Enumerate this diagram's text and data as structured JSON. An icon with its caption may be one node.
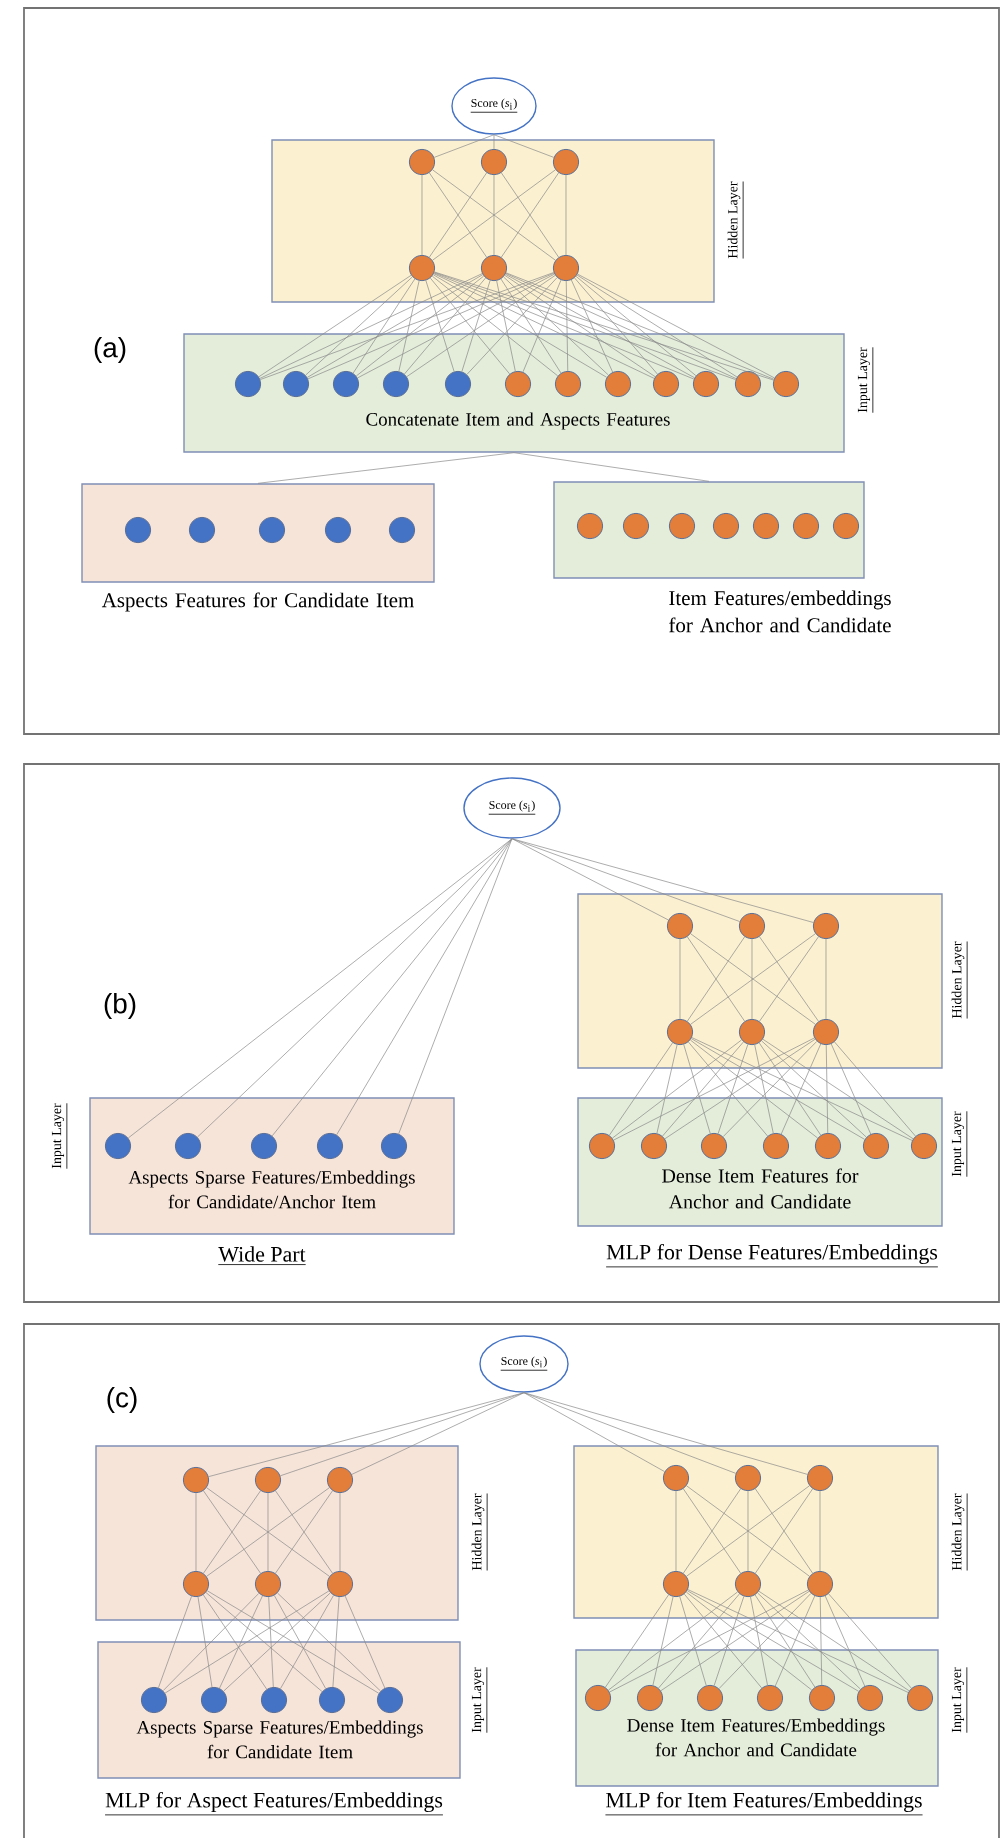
{
  "diagram": {
    "nodes": [
      {
        "text": [
          "(a)"
        ]
      },
      {
        "text": [
          "Score (*s*$_{i}$)"
        ],
        "in": 0
      },
      {
        "text": [
          "Hidden Layer"
        ],
        "in": 0
      },
      {
        "text": [],
        "shape": "circle",
        "in": 2
      },
      {
        "text": [],
        "shape": "circle",
        "in": 2
      },
      {
        "text": [],
        "shape": "circle",
        "in": 2
      },
      {
        "text": [],
        "shape": "circle",
        "in": 2
      },
      {
        "text": [],
        "shape": "circle",
        "in": 2
      },
      {
        "text": [],
        "shape": "circle",
        "in": 2
      },
      {
        "text": [
          "Concatenate Item and Aspects Features",
          "Input Layer"
        ],
        "in": 0
      },
      {
        "text": [],
        "shape": "circle",
        "in": 9
      },
      {
        "text": [],
        "shape": "circle",
        "in": 9
      },
      {
        "text": [],
        "shape": "circle",
        "in": 9
      },
      {
        "text": [],
        "shape": "circle",
        "in": 9
      },
      {
        "text": [],
        "shape": "circle",
        "in": 9
      },
      {
        "text": [],
        "shape": "circle",
        "in": 9
      },
      {
        "text": [],
        "shape": "circle",
        "in": 9
      },
      {
        "text": [],
        "shape": "circle",
        "in": 9
      },
      {
        "text": [],
        "shape": "circle",
        "in": 9
      },
      {
        "text": [],
        "shape": "circle",
        "in": 9
      },
      {
        "text": [],
        "shape": "circle",
        "in": 9
      },
      {
        "text": [],
        "shape": "circle",
        "in": 9
      },
      {
        "text": [
          "Aspects Features for Candidate Item"
        ],
        "in": 0
      },
      {
        "text": [],
        "shape": "circle",
        "in": 22
      },
      {
        "text": [],
        "shape": "circle",
        "in": 22
      },
      {
        "text": [],
        "shape": "circle",
        "in": 22
      },
      {
        "text": [],
        "shape": "circle",
        "in": 22
      },
      {
        "text": [],
        "shape": "circle",
        "in": 22
      },
      {
        "text": [
          "Item Features/embeddings for Anchor and Candidate"
        ],
        "in": 0
      },
      {
        "text": [],
        "shape": "circle",
        "in": 28
      },
      {
        "text": [],
        "shape": "circle",
        "in": 28
      },
      {
        "text": [],
        "shape": "circle",
        "in": 28
      },
      {
        "text": [],
        "shape": "circle",
        "in": 28
      },
      {
        "text": [],
        "shape": "circle",
        "in": 28
      },
      {
        "text": [],
        "shape": "circle",
        "in": 28
      },
      {
        "text": [],
        "shape": "circle",
        "in": 28
      },
      {
        "text": [
          "(b)"
        ]
      },
      {
        "text": [
          "Score (*s*$_{i}$)"
        ],
        "in": 36
      },
      {
        "text": [
          "Hidden Layer"
        ],
        "in": 36
      },
      {
        "text": [],
        "shape": "circle",
        "in": 38
      },
      {
        "text": [],
        "shape": "circle",
        "in": 38
      },
      {
        "text": [],
        "shape": "circle",
        "in": 38
      },
      {
        "text": [],
        "shape": "circle",
        "in": 38
      },
      {
        "text": [],
        "shape": "circle",
        "in": 38
      },
      {
        "text": [],
        "shape": "circle",
        "in": 38
      },
      {
        "text": [
          "Input Layer",
          "Aspects Sparse Features/Embeddings for Candidate/Anchor Item"
        ],
        "in": 36
      },
      {
        "text": [],
        "shape": "circle",
        "in": 45
      },
      {
        "text": [],
        "shape": "circle",
        "in": 45
      },
      {
        "text": [],
        "shape": "circle",
        "in": 45
      },
      {
        "text": [],
        "shape": "circle",
        "in": 45
      },
      {
        "text": [],
        "shape": "circle",
        "in": 45
      },
      {
        "text": [
          "Dense Item Features for Anchor and Candidate",
          "Input Layer"
        ],
        "in": 36
      },
      {
        "text": [],
        "shape": "circle",
        "in": 51
      },
      {
        "text": [],
        "shape": "circle",
        "in": 51
      },
      {
        "text": [],
        "shape": "circle",
        "in": 51
      },
      {
        "text": [],
        "shape": "circle",
        "in": 51
      },
      {
        "text": [],
        "shape": "circle",
        "in": 51
      },
      {
        "text": [],
        "shape": "circle",
        "in": 51
      },
      {
        "text": [],
        "shape": "circle",
        "in": 51
      },
      {
        "text": [
          "(c)"
        ]
      },
      {
        "text": [
          "Score (*s*$_{i}$)"
        ],
        "in": 59
      },
      {
        "text": [
          "Hidden Layer"
        ],
        "in": 59
      },
      {
        "text": [],
        "shape": "circle",
        "in": 61
      },
      {
        "text": [],
        "shape": "circle",
        "in": 61
      },
      {
        "text": [],
        "shape": "circle",
        "in": 61
      },
      {
        "text": [],
        "shape": "circle",
        "in": 61
      },
      {
        "text": [],
        "shape": "circle",
        "in": 61
      },
      {
        "text": [],
        "shape": "circle",
        "in": 61
      },
      {
        "text": [
          "Hidden Layer"
        ],
        "in": 59
      },
      {
        "text": [],
        "shape": "circle",
        "in": 68
      },
      {
        "text": [],
        "shape": "circle",
        "in": 68
      },
      {
        "text": [],
        "shape": "circle",
        "in": 68
      },
      {
        "text": [],
        "shape": "circle",
        "in": 68
      },
      {
        "text": [],
        "shape": "circle",
        "in": 68
      },
      {
        "text": [],
        "shape": "circle",
        "in": 68
      },
      {
        "text": [
          "Aspects Sparse Features/Embeddings for Candidate Item",
          "Input Layer"
        ],
        "in": 59
      },
      {
        "text": [],
        "shape": "circle",
        "in": 75
      },
      {
        "text": [],
        "shape": "circle",
        "in": 75
      },
      {
        "text": [],
        "shape": "circle",
        "in": 75
      },
      {
        "text": [],
        "shape": "circle",
        "in": 75
      },
      {
        "text": [],
        "shape": "circle",
        "in": 75
      },
      {
        "text": [
          "Dense Item Features/Embeddings for Anchor and Candidate",
          "Input Layer"
        ],
        "in": 59
      },
      {
        "text": [],
        "shape": "circle",
        "in": 81
      },
      {
        "text": [],
        "shape": "circle",
        "in": 81
      },
      {
        "text": [],
        "shape": "circle",
        "in": 81
      },
      {
        "text": [],
        "shape": "circle",
        "in": 81
      },
      {
        "text": [],
        "shape": "circle",
        "in": 81
      },
      {
        "text": [],
        "shape": "circle",
        "in": 81
      },
      {
        "text": [],
        "shape": "circle",
        "in": 81
      }
    ],
    "edges": [
      {
        "from": 1,
        "to": 3,
        "arrow": "none"
      },
      {
        "from": 1,
        "to": 4,
        "arrow": "none"
      },
      {
        "from": 1,
        "to": 5,
        "arrow": "none"
      },
      {
        "from": 3,
        "to": 6,
        "arrow": "none"
      },
      {
        "from": 3,
        "to": 7,
        "arrow": "none"
      },
      {
        "from": 3,
        "to": 8,
        "arrow": "none"
      },
      {
        "from": 4,
        "to": 6,
        "arrow": "none"
      },
      {
        "from": 4,
        "to": 7,
        "arrow": "none"
      },
      {
        "from": 4,
        "to": 8,
        "arrow": "none"
      },
      {
        "from": 5,
        "to": 6,
        "arrow": "none"
      },
      {
        "from": 5,
        "to": 7,
        "arrow": "none"
      },
      {
        "from": 5,
        "to": 8,
        "arrow": "none"
      },
      {
        "from": 6,
        "to": 10,
        "arrow": "none"
      },
      {
        "from": 6,
        "to": 11,
        "arrow": "none"
      },
      {
        "from": 6,
        "to": 12,
        "arrow": "none"
      },
      {
        "from": 6,
        "to": 13,
        "arrow": "none"
      },
      {
        "from": 6,
        "to": 14,
        "arrow": "none"
      },
      {
        "from": 6,
        "to": 15,
        "arrow": "none"
      },
      {
        "from": 6,
        "to": 16,
        "arrow": "none"
      },
      {
        "from": 6,
        "to": 17,
        "arrow": "none"
      },
      {
        "from": 6,
        "to": 18,
        "arrow": "none"
      },
      {
        "from": 6,
        "to": 19,
        "arrow": "none"
      },
      {
        "from": 6,
        "to": 20,
        "arrow": "none"
      },
      {
        "from": 6,
        "to": 21,
        "arrow": "none"
      },
      {
        "from": 7,
        "to": 10,
        "arrow": "none"
      },
      {
        "from": 7,
        "to": 11,
        "arrow": "none"
      },
      {
        "from": 7,
        "to": 12,
        "arrow": "none"
      },
      {
        "from": 7,
        "to": 13,
        "arrow": "none"
      },
      {
        "from": 7,
        "to": 14,
        "arrow": "none"
      },
      {
        "from": 7,
        "to": 15,
        "arrow": "none"
      },
      {
        "from": 7,
        "to": 16,
        "arrow": "none"
      },
      {
        "from": 7,
        "to": 17,
        "arrow": "none"
      },
      {
        "from": 7,
        "to": 18,
        "arrow": "none"
      },
      {
        "from": 7,
        "to": 19,
        "arrow": "none"
      },
      {
        "from": 7,
        "to": 20,
        "arrow": "none"
      },
      {
        "from": 7,
        "to": 21,
        "arrow": "none"
      },
      {
        "from": 8,
        "to": 10,
        "arrow": "none"
      },
      {
        "from": 8,
        "to": 11,
        "arrow": "none"
      },
      {
        "from": 8,
        "to": 12,
        "arrow": "none"
      },
      {
        "from": 8,
        "to": 13,
        "arrow": "none"
      },
      {
        "from": 8,
        "to": 14,
        "arrow": "none"
      },
      {
        "from": 8,
        "to": 15,
        "arrow": "none"
      },
      {
        "from": 8,
        "to": 16,
        "arrow": "none"
      },
      {
        "from": 8,
        "to": 17,
        "arrow": "none"
      },
      {
        "from": 8,
        "to": 18,
        "arrow": "none"
      },
      {
        "from": 8,
        "to": 19,
        "arrow": "none"
      },
      {
        "from": 8,
        "to": 20,
        "arrow": "none"
      },
      {
        "from": 8,
        "to": 21,
        "arrow": "none"
      },
      {
        "from": 9,
        "to": 22,
        "arrow": "none"
      },
      {
        "from": 9,
        "to": 28,
        "arrow": "none"
      },
      {
        "from": 37,
        "to": 46,
        "arrow": "none"
      },
      {
        "from": 37,
        "to": 47,
        "arrow": "none"
      },
      {
        "from": 37,
        "to": 48,
        "arrow": "none"
      },
      {
        "from": 37,
        "to": 49,
        "arrow": "none"
      },
      {
        "from": 37,
        "to": 50,
        "arrow": "none"
      },
      {
        "from": 37,
        "to": 39,
        "arrow": "none"
      },
      {
        "from": 37,
        "to": 40,
        "arrow": "none"
      },
      {
        "from": 37,
        "to": 41,
        "arrow": "none"
      },
      {
        "from": 39,
        "to": 42,
        "arrow": "none"
      },
      {
        "from": 39,
        "to": 43,
        "arrow": "none"
      },
      {
        "from": 39,
        "to": 44,
        "arrow": "none"
      },
      {
        "from": 40,
        "to": 42,
        "arrow": "none"
      },
      {
        "from": 40,
        "to": 43,
        "arrow": "none"
      },
      {
        "from": 40,
        "to": 44,
        "arrow": "none"
      },
      {
        "from": 41,
        "to": 42,
        "arrow": "none"
      },
      {
        "from": 41,
        "to": 43,
        "arrow": "none"
      },
      {
        "from": 41,
        "to": 44,
        "arrow": "none"
      },
      {
        "from": 42,
        "to": 52,
        "arrow": "none"
      },
      {
        "from": 42,
        "to": 53,
        "arrow": "none"
      },
      {
        "from": 42,
        "to": 54,
        "arrow": "none"
      },
      {
        "from": 42,
        "to": 55,
        "arrow": "none"
      },
      {
        "from": 42,
        "to": 56,
        "arrow": "none"
      },
      {
        "from": 42,
        "to": 57,
        "arrow": "none"
      },
      {
        "from": 42,
        "to": 58,
        "arrow": "none"
      },
      {
        "from": 43,
        "to": 52,
        "arrow": "none"
      },
      {
        "from": 43,
        "to": 53,
        "arrow": "none"
      },
      {
        "from": 43,
        "to": 54,
        "arrow": "none"
      },
      {
        "from": 43,
        "to": 55,
        "arrow": "none"
      },
      {
        "from": 43,
        "to": 56,
        "arrow": "none"
      },
      {
        "from": 43,
        "to": 57,
        "arrow": "none"
      },
      {
        "from": 43,
        "to": 58,
        "arrow": "none"
      },
      {
        "from": 44,
        "to": 52,
        "arrow": "none"
      },
      {
        "from": 44,
        "to": 53,
        "arrow": "none"
      },
      {
        "from": 44,
        "to": 54,
        "arrow": "none"
      },
      {
        "from": 44,
        "to": 55,
        "arrow": "none"
      },
      {
        "from": 44,
        "to": 56,
        "arrow": "none"
      },
      {
        "from": 44,
        "to": 57,
        "arrow": "none"
      },
      {
        "from": 44,
        "to": 58,
        "arrow": "none"
      },
      {
        "from": 60,
        "to": 62,
        "arrow": "none"
      },
      {
        "from": 60,
        "to": 63,
        "arrow": "none"
      },
      {
        "from": 60,
        "to": 64,
        "arrow": "none"
      },
      {
        "from": 60,
        "to": 69,
        "arrow": "none"
      },
      {
        "from": 60,
        "to": 70,
        "arrow": "none"
      },
      {
        "from": 60,
        "to": 71,
        "arrow": "none"
      },
      {
        "from": 62,
        "to": 65,
        "arrow": "none"
      },
      {
        "from": 62,
        "to": 66,
        "arrow": "none"
      },
      {
        "from": 62,
        "to": 67,
        "arrow": "none"
      },
      {
        "from": 63,
        "to": 65,
        "arrow": "none"
      },
      {
        "from": 63,
        "to": 66,
        "arrow": "none"
      },
      {
        "from": 63,
        "to": 67,
        "arrow": "none"
      },
      {
        "from": 64,
        "to": 65,
        "arrow": "none"
      },
      {
        "from": 64,
        "to": 66,
        "arrow": "none"
      },
      {
        "from": 64,
        "to": 67,
        "arrow": "none"
      },
      {
        "from": 69,
        "to": 72,
        "arrow": "none"
      },
      {
        "from": 69,
        "to": 73,
        "arrow": "none"
      },
      {
        "from": 69,
        "to": 74,
        "arrow": "none"
      },
      {
        "from": 70,
        "to": 72,
        "arrow": "none"
      },
      {
        "from": 70,
        "to": 73,
        "arrow": "none"
      },
      {
        "from": 70,
        "to": 74,
        "arrow": "none"
      },
      {
        "from": 71,
        "to": 72,
        "arrow": "none"
      },
      {
        "from": 71,
        "to": 73,
        "arrow": "none"
      },
      {
        "from": 71,
        "to": 74,
        "arrow": "none"
      },
      {
        "from": 65,
        "to": 76,
        "arrow": "none"
      },
      {
        "from": 65,
        "to": 77,
        "arrow": "none"
      },
      {
        "from": 65,
        "to": 78,
        "arrow": "none"
      },
      {
        "from": 65,
        "to": 79,
        "arrow": "none"
      },
      {
        "from": 65,
        "to": 80,
        "arrow": "none"
      },
      {
        "from": 66,
        "to": 76,
        "arrow": "none"
      },
      {
        "from": 66,
        "to": 77,
        "arrow": "none"
      },
      {
        "from": 66,
        "to": 78,
        "arrow": "none"
      },
      {
        "from": 66,
        "to": 79,
        "arrow": "none"
      },
      {
        "from": 66,
        "to": 80,
        "arrow": "none"
      },
      {
        "from": 67,
        "to": 76,
        "arrow": "none"
      },
      {
        "from": 67,
        "to": 77,
        "arrow": "none"
      },
      {
        "from": 67,
        "to": 78,
        "arrow": "none"
      },
      {
        "from": 67,
        "to": 79,
        "arrow": "none"
      },
      {
        "from": 67,
        "to": 80,
        "arrow": "none"
      },
      {
        "from": 72,
        "to": 82,
        "arrow": "none"
      },
      {
        "from": 72,
        "to": 83,
        "arrow": "none"
      },
      {
        "from": 72,
        "to": 84,
        "arrow": "none"
      },
      {
        "from": 72,
        "to": 85,
        "arrow": "none"
      },
      {
        "from": 72,
        "to": 86,
        "arrow": "none"
      },
      {
        "from": 72,
        "to": 87,
        "arrow": "none"
      },
      {
        "from": 72,
        "to": 88,
        "arrow": "none"
      },
      {
        "from": 73,
        "to": 82,
        "arrow": "none"
      },
      {
        "from": 73,
        "to": 83,
        "arrow": "none"
      },
      {
        "from": 73,
        "to": 84,
        "arrow": "none"
      },
      {
        "from": 73,
        "to": 85,
        "arrow": "none"
      },
      {
        "from": 73,
        "to": 86,
        "arrow": "none"
      },
      {
        "from": 73,
        "to": 87,
        "arrow": "none"
      },
      {
        "from": 73,
        "to": 88,
        "arrow": "none"
      },
      {
        "from": 74,
        "to": 82,
        "arrow": "none"
      },
      {
        "from": 74,
        "to": 83,
        "arrow": "none"
      },
      {
        "from": 74,
        "to": 84,
        "arrow": "none"
      },
      {
        "from": 74,
        "to": 85,
        "arrow": "none"
      },
      {
        "from": 74,
        "to": 86,
        "arrow": "none"
      },
      {
        "from": 74,
        "to": 87,
        "arrow": "none"
      },
      {
        "from": 74,
        "to": 88,
        "arrow": "none"
      }
    ],
    "labels": [
      "Wide Part",
      "MLP for Dense Features/Embeddings",
      "MLP for Aspect Features/Embeddings",
      "MLP for Item Features/Embeddings"
    ]
  }
}
